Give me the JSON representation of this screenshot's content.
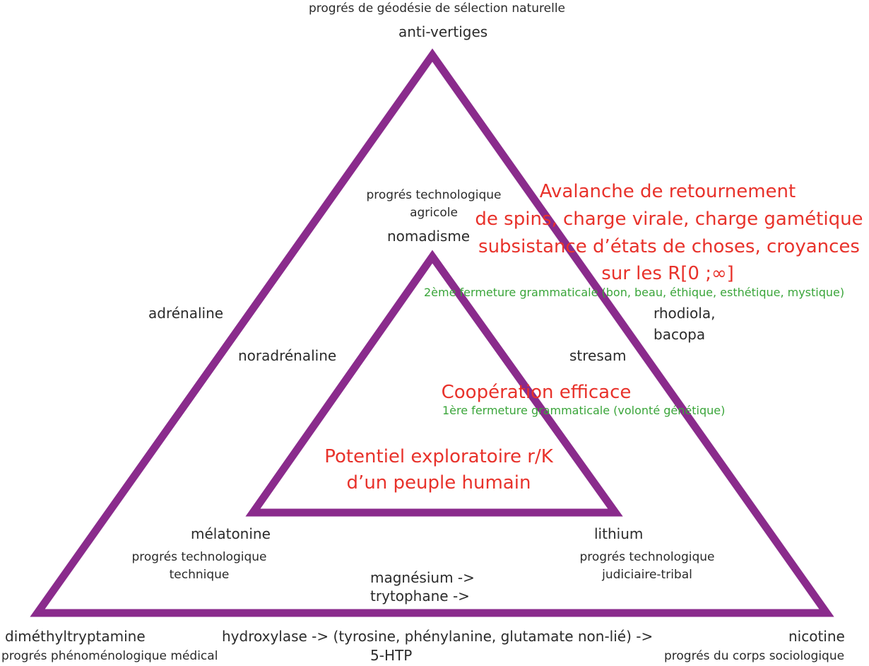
{
  "colors": {
    "triangle": "#8a2b8c",
    "text": "#2b2b2b",
    "accent_red": "#e8322b",
    "accent_green": "#3aa53a"
  },
  "outer": {
    "top_caption": "progrés de géodésie de sélection naturelle",
    "top_label": "anti-vertiges",
    "left_side": "adrénaline",
    "right_side_line1": "rhodiola,",
    "right_side_line2": "bacopa",
    "bottom_left_label": "diméthyltryptamine",
    "bottom_left_caption": "progrés phénoménologique médical",
    "bottom_right_label": "nicotine",
    "bottom_right_caption": "progrés du corps sociologique",
    "bottom_line1": "hydroxylase -> (tyrosine, phénylanine, glutamate non-lié) ->",
    "bottom_line2": "5-HTP"
  },
  "inner": {
    "top_caption_line1": "progrés technologique",
    "top_caption_line2": "agricole",
    "top_label": "nomadisme",
    "left_side": "noradrénaline",
    "right_side": "stresam",
    "bottom_left_label": "mélatonine",
    "bottom_left_caption_line1": "progrés technologique",
    "bottom_left_caption_line2": "technique",
    "bottom_right_label": "lithium",
    "bottom_right_caption_line1": "progrés technologique",
    "bottom_right_caption_line2": "judiciaire-tribal",
    "bottom_line1": "magnésium ->",
    "bottom_line2": "trytophane ->"
  },
  "avalanche": {
    "line1": "Avalanche de retournement",
    "line2": "de spins, charge virale, charge gamétique",
    "line3": "subsistance d’états de choses, croyances",
    "line4": "sur les R[0 ;∞]",
    "green_note": "2ème fermeture grammaticale (bon, beau, éthique, esthétique, mystique)"
  },
  "cooperation": {
    "title": "Coopération efficace",
    "green_note": "1ère fermeture grammaticale (volonté génétique)"
  },
  "potential": {
    "line1": "Potentiel exploratoire r/K",
    "line2": "d’un peuple humain"
  }
}
